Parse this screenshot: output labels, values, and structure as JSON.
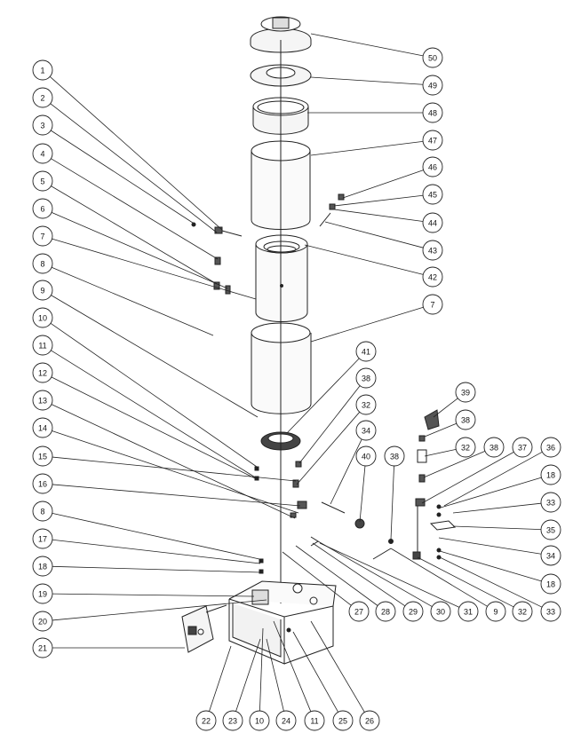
{
  "balloons": [
    {
      "id": "b1",
      "label": "1"
    },
    {
      "id": "b2",
      "label": "2"
    },
    {
      "id": "b3",
      "label": "3"
    },
    {
      "id": "b4",
      "label": "4"
    },
    {
      "id": "b5",
      "label": "5"
    },
    {
      "id": "b6",
      "label": "6"
    },
    {
      "id": "b7l",
      "label": "7"
    },
    {
      "id": "b8a",
      "label": "8"
    },
    {
      "id": "b9l",
      "label": "9"
    },
    {
      "id": "b10l",
      "label": "10"
    },
    {
      "id": "b11l",
      "label": "11"
    },
    {
      "id": "b12",
      "label": "12"
    },
    {
      "id": "b13",
      "label": "13"
    },
    {
      "id": "b14",
      "label": "14"
    },
    {
      "id": "b15",
      "label": "15"
    },
    {
      "id": "b16",
      "label": "16"
    },
    {
      "id": "b8b",
      "label": "8"
    },
    {
      "id": "b17",
      "label": "17"
    },
    {
      "id": "b18l",
      "label": "18"
    },
    {
      "id": "b19",
      "label": "19"
    },
    {
      "id": "b20",
      "label": "20"
    },
    {
      "id": "b21",
      "label": "21"
    },
    {
      "id": "b22",
      "label": "22"
    },
    {
      "id": "b23",
      "label": "23"
    },
    {
      "id": "b10b",
      "label": "10"
    },
    {
      "id": "b24",
      "label": "24"
    },
    {
      "id": "b11b",
      "label": "11"
    },
    {
      "id": "b25",
      "label": "25"
    },
    {
      "id": "b26",
      "label": "26"
    },
    {
      "id": "b27",
      "label": "27"
    },
    {
      "id": "b28",
      "label": "28"
    },
    {
      "id": "b29",
      "label": "29"
    },
    {
      "id": "b30",
      "label": "30"
    },
    {
      "id": "b31",
      "label": "31"
    },
    {
      "id": "b9b",
      "label": "9"
    },
    {
      "id": "b32b",
      "label": "32"
    },
    {
      "id": "b33b",
      "label": "33"
    },
    {
      "id": "b18b",
      "label": "18"
    },
    {
      "id": "b34r",
      "label": "34"
    },
    {
      "id": "b35",
      "label": "35"
    },
    {
      "id": "b33a",
      "label": "33"
    },
    {
      "id": "b18a",
      "label": "18"
    },
    {
      "id": "b36",
      "label": "36"
    },
    {
      "id": "b37",
      "label": "37"
    },
    {
      "id": "b38d",
      "label": "38"
    },
    {
      "id": "b32c",
      "label": "32"
    },
    {
      "id": "b38c",
      "label": "38"
    },
    {
      "id": "b39",
      "label": "39"
    },
    {
      "id": "b40",
      "label": "40"
    },
    {
      "id": "b38b",
      "label": "38"
    },
    {
      "id": "b34m",
      "label": "34"
    },
    {
      "id": "b32a",
      "label": "32"
    },
    {
      "id": "b38a",
      "label": "38"
    },
    {
      "id": "b41",
      "label": "41"
    },
    {
      "id": "b7r",
      "label": "7"
    },
    {
      "id": "b42",
      "label": "42"
    },
    {
      "id": "b43",
      "label": "43"
    },
    {
      "id": "b44",
      "label": "44"
    },
    {
      "id": "b45",
      "label": "45"
    },
    {
      "id": "b46",
      "label": "46"
    },
    {
      "id": "b47",
      "label": "47"
    },
    {
      "id": "b48",
      "label": "48"
    },
    {
      "id": "b49",
      "label": "49"
    },
    {
      "id": "b50",
      "label": "50"
    }
  ]
}
